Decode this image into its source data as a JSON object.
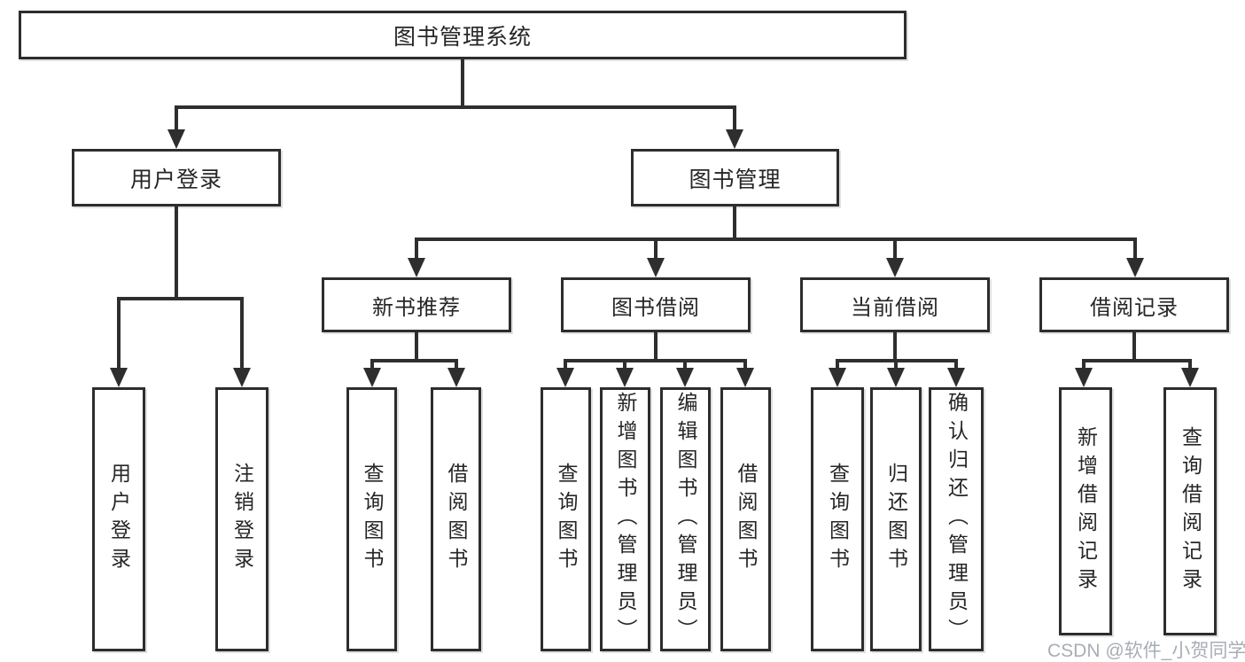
{
  "colors": {
    "background": "#ffffff",
    "line": "#2e2e2e",
    "box_border": "#2d2d2d",
    "text": "#262626",
    "watermark_text": "#a8adb5"
  },
  "tree": {
    "root": {
      "label": "图书管理系统"
    },
    "branches": [
      {
        "label": "用户登录",
        "children": [
          {
            "label": "用户登录"
          },
          {
            "label": "注销登录"
          }
        ]
      },
      {
        "label": "图书管理",
        "children": [
          {
            "label": "新书推荐",
            "children": [
              {
                "label": "查询图书"
              },
              {
                "label": "借阅图书"
              }
            ]
          },
          {
            "label": "图书借阅",
            "children": [
              {
                "label": "查询图书"
              },
              {
                "label": "新增图书（管理员）"
              },
              {
                "label": "编辑图书（管理员）"
              },
              {
                "label": "借阅图书"
              }
            ]
          },
          {
            "label": "当前借阅",
            "children": [
              {
                "label": "查询图书"
              },
              {
                "label": "归还图书"
              },
              {
                "label": "确认归还（管理员）"
              }
            ]
          },
          {
            "label": "借阅记录",
            "children": [
              {
                "label": "新增借阅记录"
              },
              {
                "label": "查询借阅记录"
              }
            ]
          }
        ]
      }
    ]
  },
  "watermark": {
    "text": "CSDN @软件_小贺同学"
  }
}
